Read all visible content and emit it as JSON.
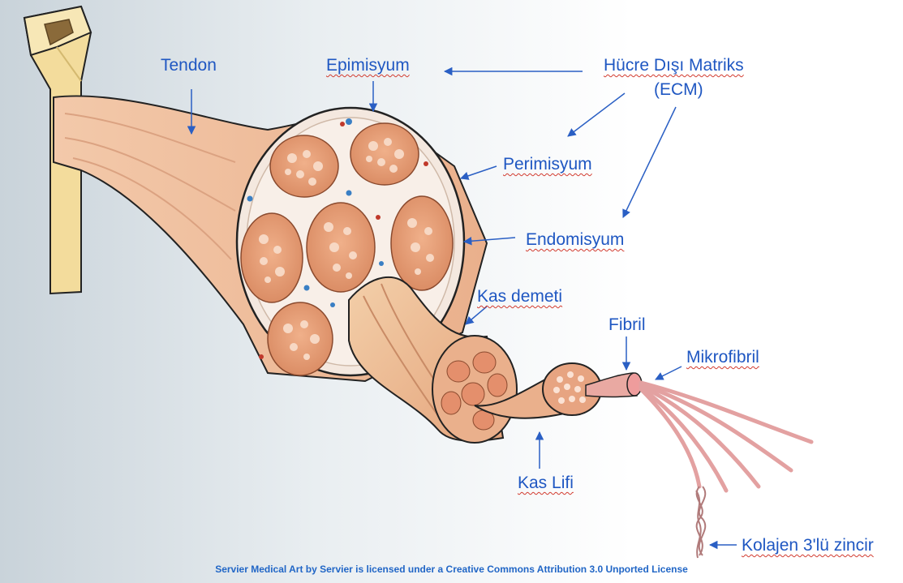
{
  "labels": {
    "tendon": "Tendon",
    "epimisyum": "Epimisyum",
    "ecm_line1": "Hücre Dışı Matriks",
    "ecm_line2": "(ECM)",
    "perimisyum": "Perimisyum",
    "endomisyum": "Endomisyum",
    "kas_demeti": "Kas demeti",
    "fibril": "Fibril",
    "mikrofibril": "Mikrofibril",
    "kas_lifi": "Kas Lifi",
    "kolajen": "Kolajen 3'lü zincir"
  },
  "credit": "Servier Medical Art by Servier is licensed under a Creative Commons Attribution 3.0 Unported License",
  "colors": {
    "label": "#1f57c2",
    "bone": "#f3dc9c",
    "muscle": "#eeb791",
    "fascicle": "#e59a74",
    "fiber_dot": "#f7d8c4",
    "connective": "#f5ebe2",
    "fibril": "#e6a0a0"
  }
}
